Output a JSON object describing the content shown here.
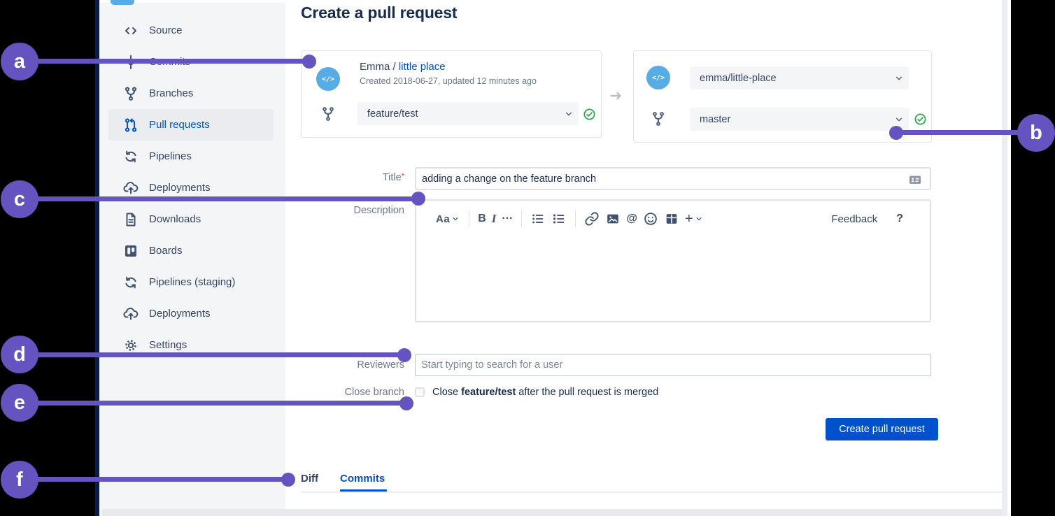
{
  "header": {
    "title": "Create a pull request"
  },
  "sidebar": {
    "items": [
      {
        "label": "Source",
        "icon": "code-icon",
        "selected": false
      },
      {
        "label": "Commits",
        "icon": "commit-icon",
        "selected": false
      },
      {
        "label": "Branches",
        "icon": "branch-icon",
        "selected": false
      },
      {
        "label": "Pull requests",
        "icon": "pull-request-icon",
        "selected": true
      },
      {
        "label": "Pipelines",
        "icon": "pipelines-icon",
        "selected": false
      },
      {
        "label": "Deployments",
        "icon": "deployments-icon",
        "selected": false
      },
      {
        "label": "Downloads",
        "icon": "downloads-icon",
        "selected": false
      },
      {
        "label": "Boards",
        "icon": "boards-icon",
        "selected": false
      },
      {
        "label": "Pipelines (staging)",
        "icon": "pipelines-icon",
        "selected": false
      },
      {
        "label": "Deployments",
        "icon": "deployments-icon",
        "selected": false
      },
      {
        "label": "Settings",
        "icon": "settings-icon",
        "selected": false
      }
    ]
  },
  "source_card": {
    "repo_owner": "Emma /",
    "repo_name": "little place",
    "meta": "Created 2018-06-27, updated 12 minutes ago",
    "branch_value": "feature/test",
    "status": "valid"
  },
  "destination_card": {
    "repo_value": "emma/little-place",
    "branch_value": "master",
    "status": "valid"
  },
  "form": {
    "title_label": "Title",
    "required_mark": "*",
    "title_value": "adding a change on the feature branch",
    "description_label": "Description",
    "reviewers_label": "Reviewers",
    "reviewers_placeholder": "Start typing to search for a user",
    "close_branch_label": "Close branch",
    "close_prefix": "Close ",
    "close_branch_name": "feature/test",
    "close_suffix": " after the pull request is merged",
    "submit_label": "Create pull request"
  },
  "editor": {
    "tools": [
      {
        "name": "text-style-button",
        "type": "textchev",
        "label": "Aa",
        "cls": "aa"
      },
      {
        "name": "separator",
        "type": "sep"
      },
      {
        "name": "bold-button",
        "type": "text",
        "label": "B",
        "cls": "txt"
      },
      {
        "name": "italic-button",
        "type": "text",
        "label": "I",
        "cls": "italic"
      },
      {
        "name": "more-formatting-button",
        "type": "text",
        "label": "···",
        "cls": "txt"
      },
      {
        "name": "separator",
        "type": "sep"
      },
      {
        "name": "bullet-list-icon",
        "type": "svg"
      },
      {
        "name": "numbered-list-icon",
        "type": "svg"
      },
      {
        "name": "separator",
        "type": "sep"
      },
      {
        "name": "link-icon",
        "type": "svg"
      },
      {
        "name": "image-icon",
        "type": "svg"
      },
      {
        "name": "mention-button",
        "type": "text",
        "label": "@",
        "cls": "txt"
      },
      {
        "name": "emoji-icon",
        "type": "svg"
      },
      {
        "name": "table-icon",
        "type": "svg"
      },
      {
        "name": "insert-button",
        "type": "textchev",
        "label": "+",
        "cls": "plus"
      }
    ],
    "feedback_label": "Feedback",
    "help_label": "?"
  },
  "tabs": [
    {
      "label": "Diff",
      "active": false
    },
    {
      "label": "Commits",
      "active": true
    }
  ],
  "annotations": {
    "color": "#6554C0",
    "markers": [
      {
        "label": "a"
      },
      {
        "label": "b"
      },
      {
        "label": "c"
      },
      {
        "label": "d"
      },
      {
        "label": "e"
      },
      {
        "label": "f"
      }
    ]
  },
  "colors": {
    "accent_purple": "#6554C0",
    "link_blue": "#0052CC",
    "success_green": "#2BA74A",
    "avatar_blue": "#57ACE5",
    "rail_navy": "#091E42",
    "sidebar_bg": "#F4F5F7"
  }
}
